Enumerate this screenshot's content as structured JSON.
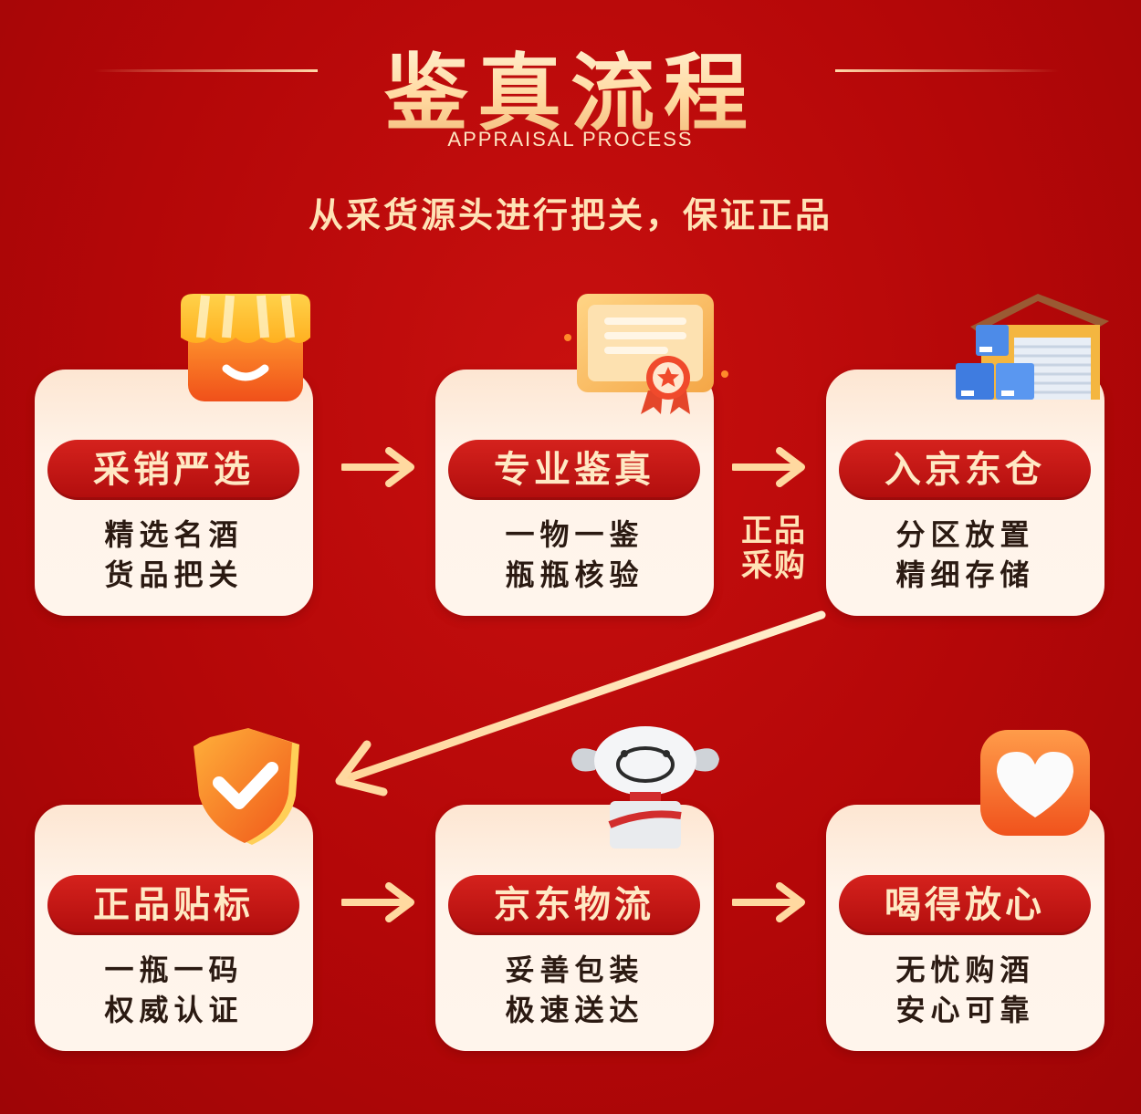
{
  "header": {
    "title": "鉴真流程",
    "subtitle": "APPRAISAL PROCESS",
    "tagline": "从采货源头进行把关，保证正品"
  },
  "steps": [
    {
      "label": "采销严选",
      "line1": "精选名酒",
      "line2": "货品把关",
      "icon": "shop-icon"
    },
    {
      "label": "专业鉴真",
      "line1": "一物一鉴",
      "line2": "瓶瓶核验",
      "icon": "certificate-icon"
    },
    {
      "label": "入京东仓",
      "line1": "分区放置",
      "line2": "精细存储",
      "icon": "warehouse-icon"
    },
    {
      "label": "正品贴标",
      "line1": "一瓶一码",
      "line2": "权威认证",
      "icon": "shield-check-icon"
    },
    {
      "label": "京东物流",
      "line1": "妥善包装",
      "line2": "极速送达",
      "icon": "jd-dog-mascot-icon"
    },
    {
      "label": "喝得放心",
      "line1": "无忧购酒",
      "line2": "安心可靠",
      "icon": "heart-icon"
    }
  ],
  "connector_note": {
    "line1": "正品",
    "line2": "采购"
  },
  "colors": {
    "background": "#b40708",
    "accent_gold": "#ffd9a0",
    "label_red": "#c3161a",
    "card_bg": "#fff4ea"
  }
}
